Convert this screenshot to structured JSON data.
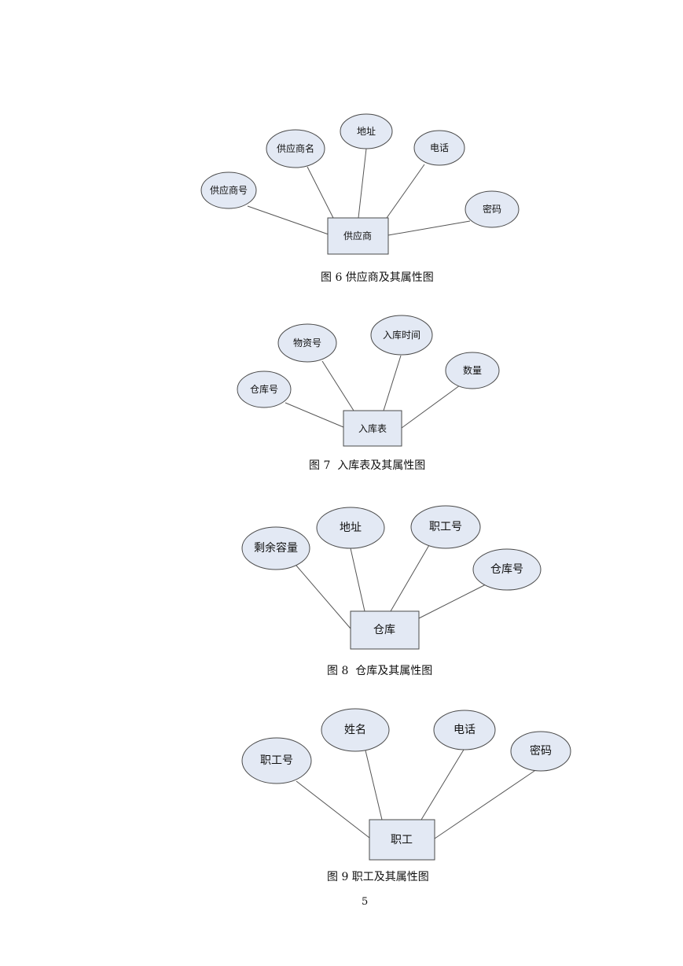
{
  "figures": [
    {
      "entity": "供应商",
      "attributes": [
        "供应商号",
        "供应商名",
        "地址",
        "电话",
        "密码"
      ],
      "caption": "图 6 供应商及其属性图"
    },
    {
      "entity": "入库表",
      "attributes": [
        "仓库号",
        "物资号",
        "入库时间",
        "数量"
      ],
      "caption": "图 7  入库表及其属性图"
    },
    {
      "entity": "仓库",
      "attributes": [
        "剩余容量",
        "地址",
        "职工号",
        "仓库号"
      ],
      "caption": "图 8  仓库及其属性图"
    },
    {
      "entity": "职工",
      "attributes": [
        "职工号",
        "姓名",
        "电话",
        "密码"
      ],
      "caption": "图 9 职工及其属性图"
    }
  ],
  "page_number": "5"
}
